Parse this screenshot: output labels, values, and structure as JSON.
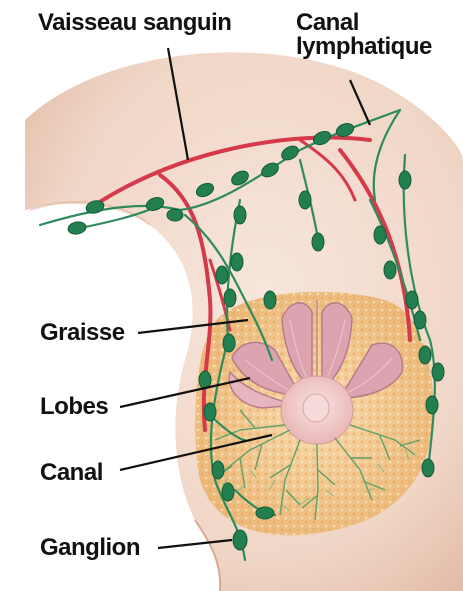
{
  "labels": {
    "blood_vessel": "Vaisseau sanguin",
    "lymph_channel_line1": "Canal",
    "lymph_channel_line2": "lymphatique",
    "fat": "Graisse",
    "lobes": "Lobes",
    "duct": "Canal",
    "lymph_node": "Ganglion"
  },
  "colors": {
    "skin": "#f3ddd0",
    "skin_shadow": "#e2b9a6",
    "vessel": "#d83a48",
    "lymph": "#2e8a5a",
    "node": "#1f7a4e",
    "fat": "#f2c98c",
    "lobe": "#d9a8b4",
    "nipple": "#f0c9c6"
  }
}
